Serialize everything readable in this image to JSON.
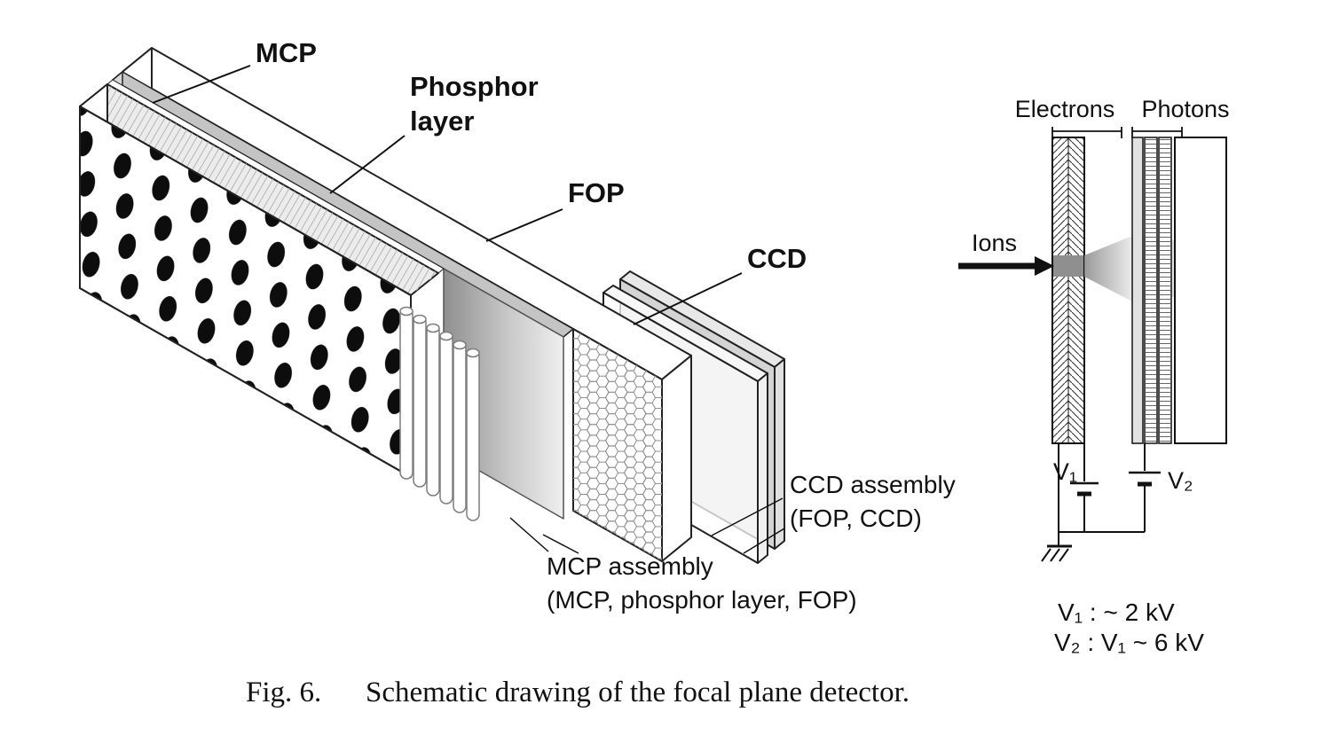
{
  "figure": {
    "caption": {
      "fig_label": "Fig. 6.",
      "text": "Schematic drawing of the focal plane detector."
    },
    "left_diagram": {
      "mcp_label": "MCP",
      "phosphor_label_line1": "Phosphor",
      "phosphor_label_line2": "layer",
      "fop_label": "FOP",
      "ccd_label": "CCD",
      "ccd_assembly_line1": "CCD assembly",
      "ccd_assembly_line2": "(FOP, CCD)",
      "mcp_assembly_line1": "MCP assembly",
      "mcp_assembly_line2": "(MCP, phosphor layer, FOP)"
    },
    "right_diagram": {
      "electrons_label": "Electrons",
      "photons_label": "Photons",
      "ions_label": "Ions",
      "v1_label": "V₁",
      "v2_label": "V₂",
      "v1_value": "V₁ : ~ 2 kV",
      "v2_value": "V₂ : V₁ ~ 6 kV"
    },
    "colors": {
      "ink": "#111111",
      "phosphor_gray": "#c4c4c4",
      "impact_gray": "#8f8f8f",
      "plate_gray": "#d4d4d4"
    }
  }
}
